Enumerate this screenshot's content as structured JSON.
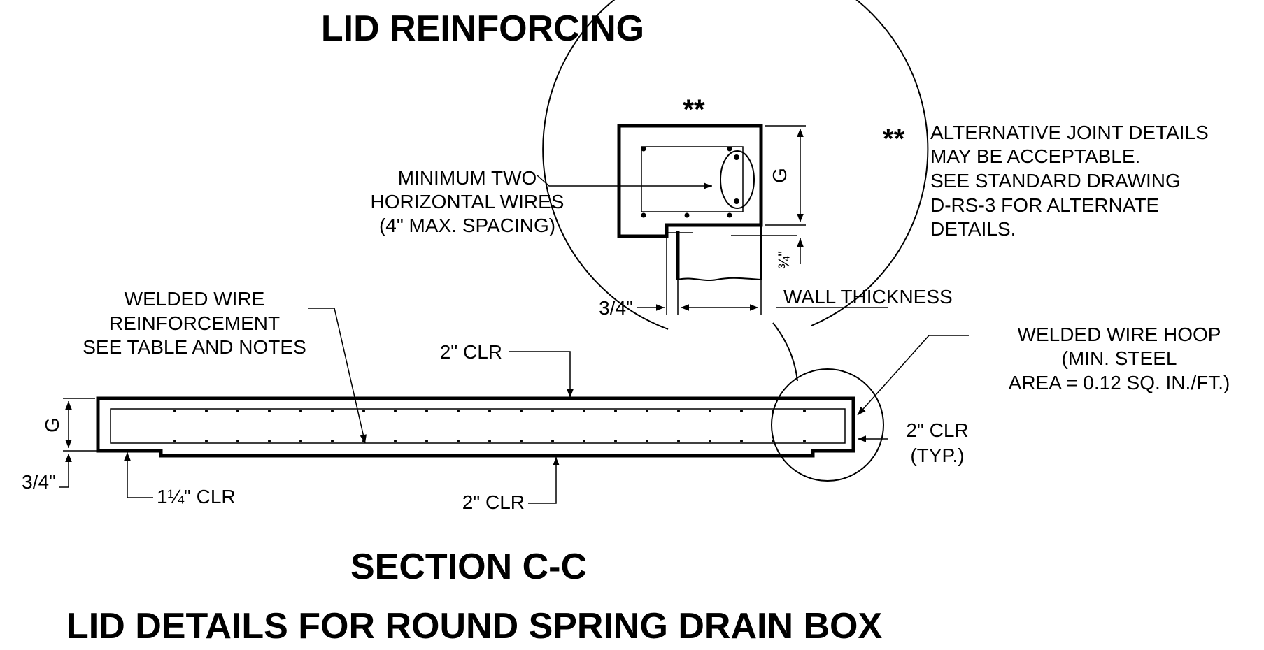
{
  "titles": {
    "lid_reinforcing": "LID REINFORCING",
    "section": "SECTION C-C",
    "main": "LID DETAILS FOR ROUND SPRING DRAIN BOX"
  },
  "detail": {
    "stars": "**",
    "min_wires": [
      "MINIMUM TWO",
      "HORIZONTAL WIRES",
      "(4\" MAX. SPACING)"
    ],
    "g_label": "G",
    "three_quarter_small": "¾\"",
    "three_quarter_left": "3/4\"",
    "wall_thickness": "WALL THICKNESS"
  },
  "side_note": {
    "stars": "**",
    "lines": [
      "ALTERNATIVE JOINT DETAILS",
      "MAY BE ACCEPTABLE.",
      "SEE STANDARD DRAWING",
      "D-RS-3 FOR ALTERNATE",
      "DETAILS."
    ]
  },
  "section": {
    "welded_wire": [
      "WELDED WIRE",
      "REINFORCEMENT",
      "SEE TABLE AND NOTES"
    ],
    "clr_top": "2\" CLR",
    "clr_bottom": "2\" CLR",
    "clr_side": [
      "2\" CLR",
      "(TYP.)"
    ],
    "clr_corner": "1¼\" CLR",
    "g_label": "G",
    "three_quarter": "3/4\"",
    "hoop": [
      "WELDED WIRE HOOP",
      "(MIN. STEEL",
      "AREA = 0.12 SQ. IN./FT.)"
    ]
  }
}
